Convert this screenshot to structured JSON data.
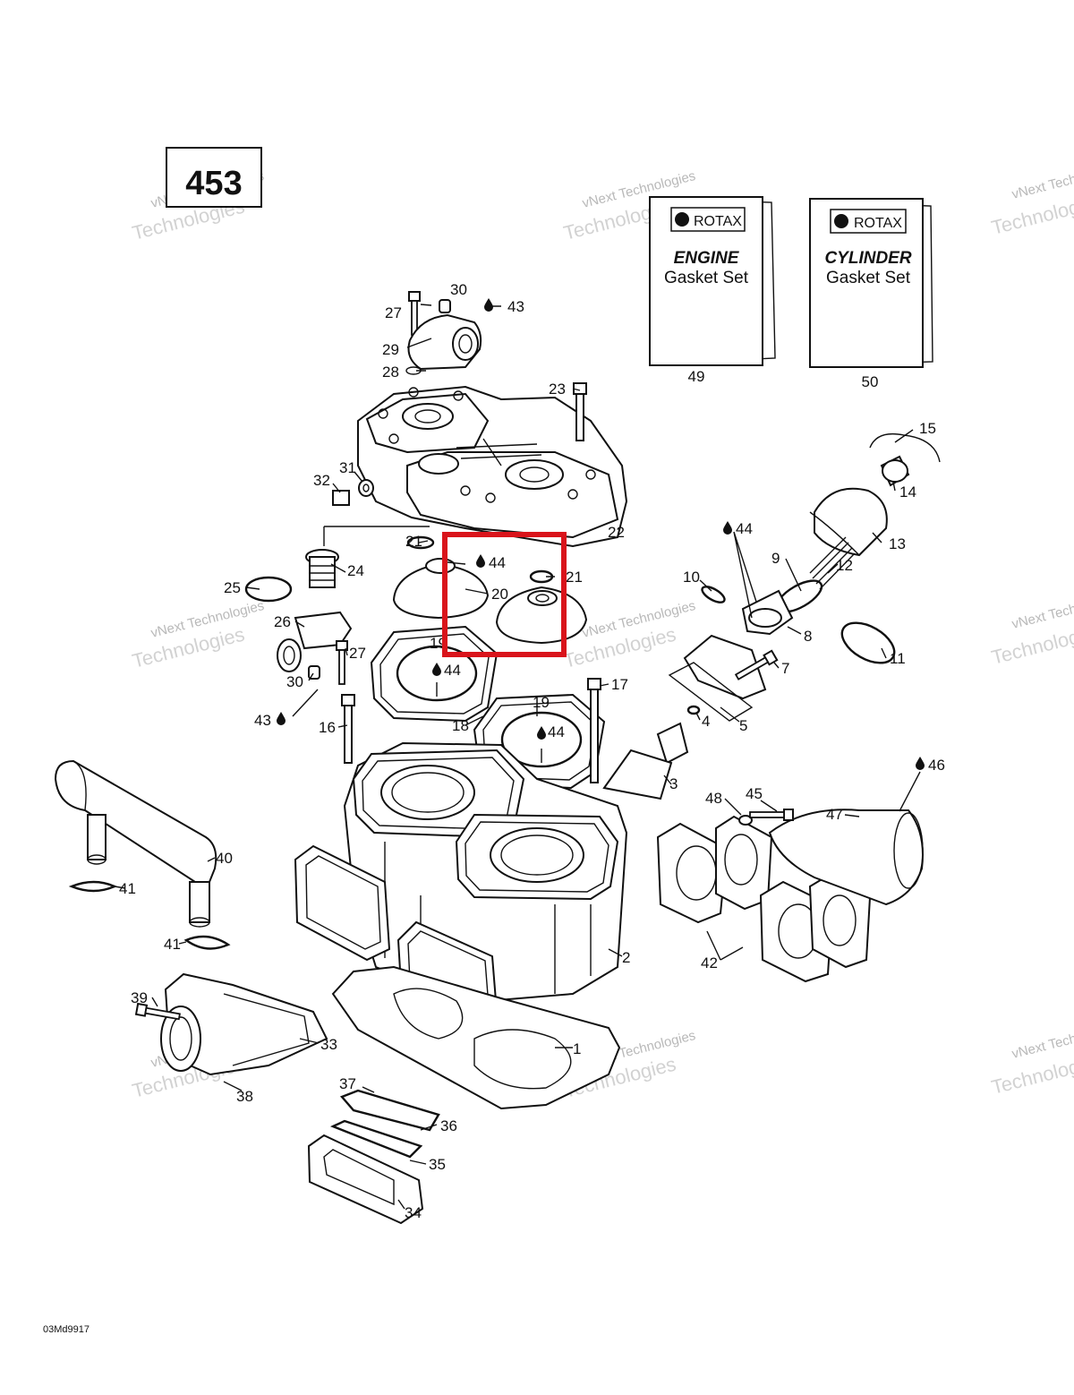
{
  "diagram": {
    "page_number": "453",
    "drawing_code": "03Md9917",
    "watermark": {
      "line1": "vNext Technologies",
      "line2": "Technologies"
    },
    "boxes": [
      {
        "brand": "ROTAX",
        "title": "ENGINE",
        "subtitle": "Gasket Set",
        "callout": "49"
      },
      {
        "brand": "ROTAX",
        "title": "CYLINDER",
        "subtitle": "Gasket Set",
        "callout": "50"
      }
    ],
    "lube_label": "44",
    "lube_label_alt": "43",
    "lube_label_46": "46",
    "labels": {
      "l1": "1",
      "l2": "2",
      "l3": "3",
      "l4": "4",
      "l5": "5",
      "l7": "7",
      "l8": "8",
      "l9": "9",
      "l10": "10",
      "l11": "11",
      "l12": "12",
      "l13": "13",
      "l14": "14",
      "l15": "15",
      "l16": "16",
      "l17": "17",
      "l18": "18",
      "l19a": "19",
      "l19b": "19",
      "l20": "20",
      "l21a": "21",
      "l21b": "21",
      "l22": "22",
      "l23": "23",
      "l24": "24",
      "l25": "25",
      "l26": "26",
      "l27a": "27",
      "l27b": "27",
      "l28": "28",
      "l29": "29",
      "l30a": "30",
      "l30b": "30",
      "l31": "31",
      "l32": "32",
      "l33": "33",
      "l34": "34",
      "l35": "35",
      "l36": "36",
      "l37": "37",
      "l38": "38",
      "l39": "39",
      "l40": "40",
      "l41a": "41",
      "l41b": "41",
      "l42": "42",
      "l45": "45",
      "l47": "47",
      "l48": "48"
    },
    "highlight_color": "#d9141b"
  }
}
